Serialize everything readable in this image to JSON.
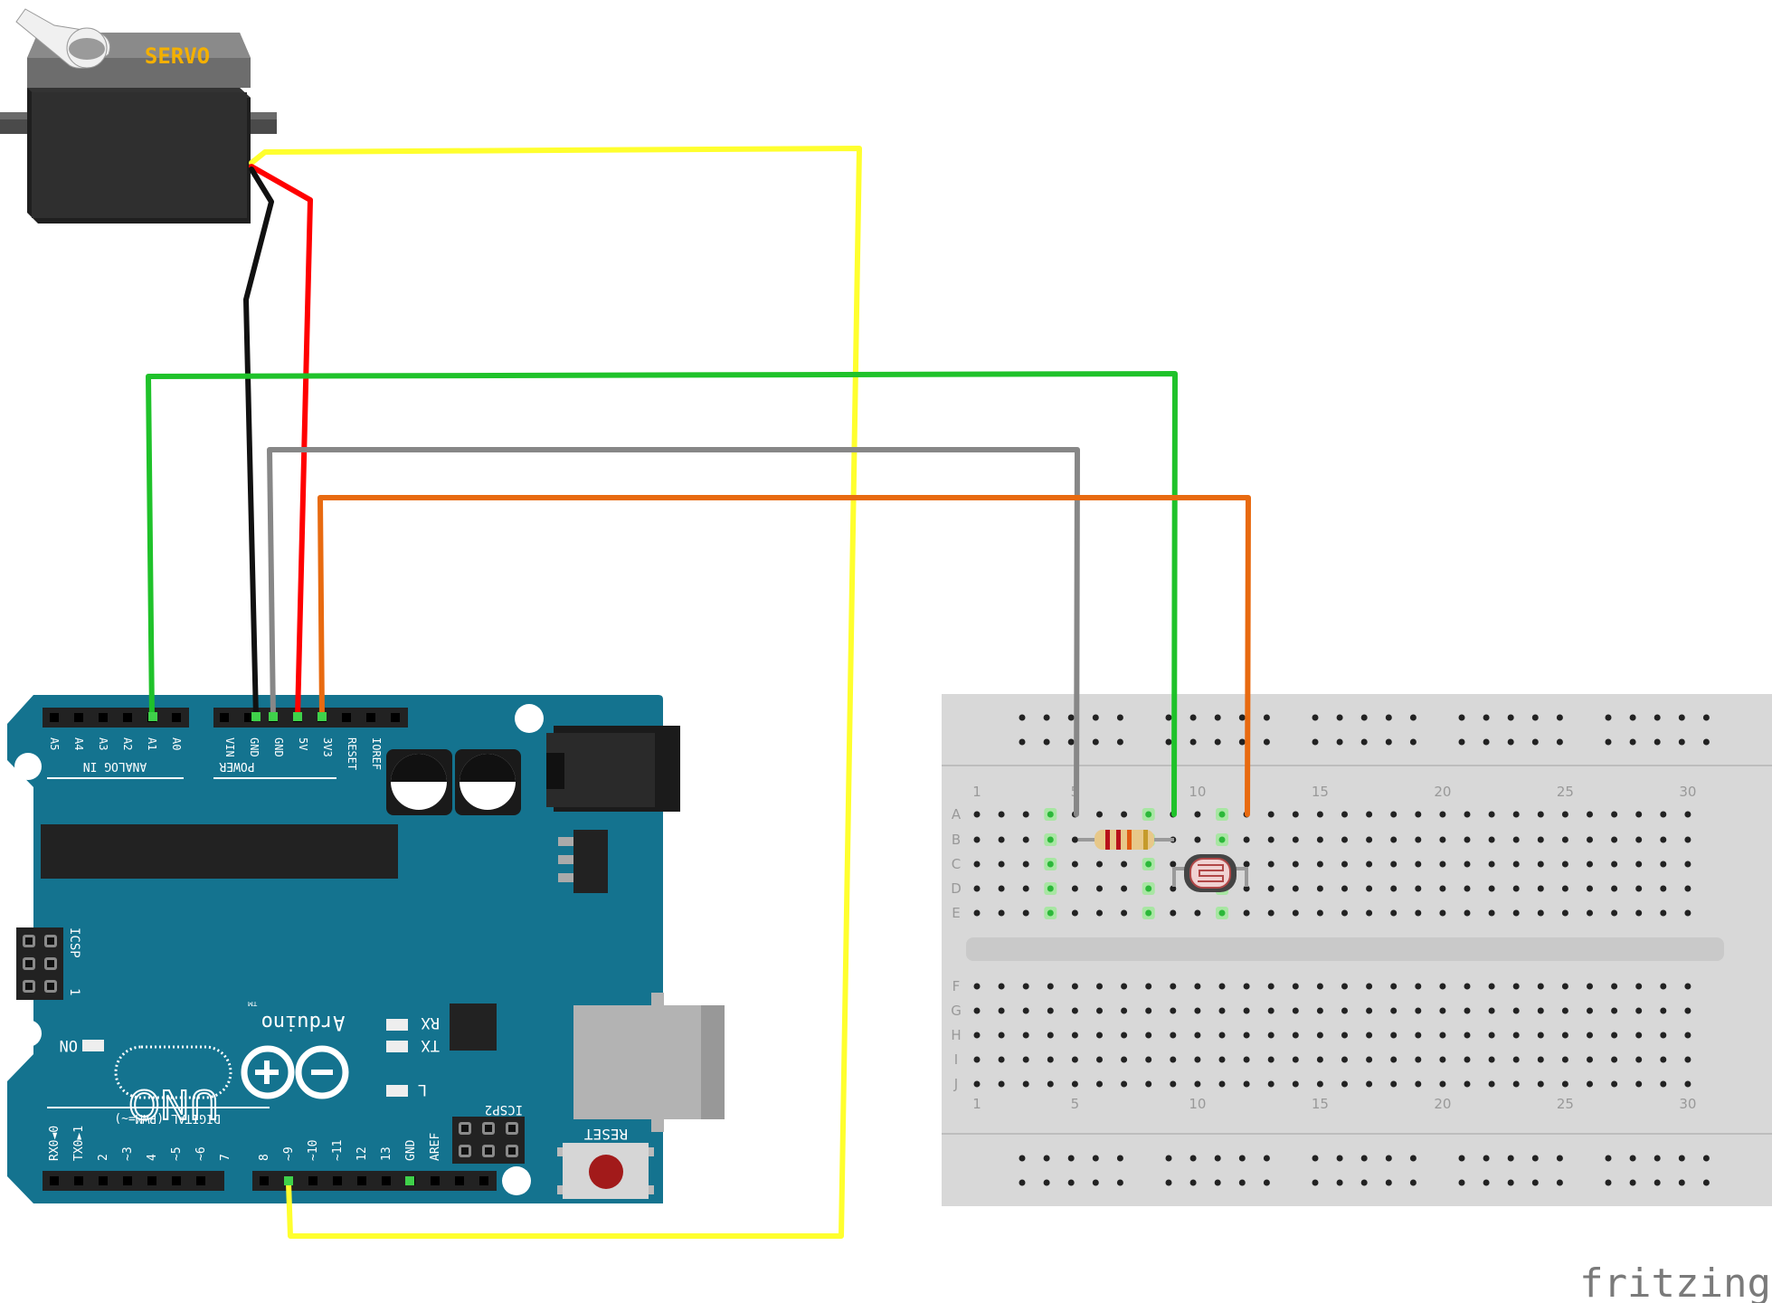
{
  "servo": {
    "label": "SERVO"
  },
  "arduino": {
    "brand": "Arduino",
    "tm": "TM",
    "model": "UNO",
    "analog_header": [
      "A5",
      "A4",
      "A3",
      "A2",
      "A1",
      "A0"
    ],
    "analog_group": "ANALOG IN",
    "power_header": [
      "VIN",
      "GND",
      "GND",
      "5V",
      "3V3",
      "RESET",
      "IOREF"
    ],
    "power_group": "POWER",
    "digital_header": [
      "RX0◄0",
      "TX0►1",
      "2",
      "~3",
      "4",
      "~5",
      "~6",
      "7",
      "8",
      "~9",
      "~10",
      "~11",
      "12",
      "13",
      "GND",
      "AREF"
    ],
    "digital_group": "DIGITAL (PWM=~)",
    "icsp": "ICSP",
    "icsp_pin": "1",
    "icsp2": "ICSP2",
    "reset": "RESET",
    "led_labels": {
      "rx": "RX",
      "tx": "TX",
      "l": "L",
      "on": "ON"
    }
  },
  "breadboard": {
    "rows_top": [
      "A",
      "B",
      "C",
      "D",
      "E"
    ],
    "rows_bottom": [
      "F",
      "G",
      "H",
      "I",
      "J"
    ],
    "column_numbers": [
      "1",
      "5",
      "10",
      "15",
      "20",
      "25",
      "30"
    ]
  },
  "watermark": "fritzing",
  "colors": {
    "board": "#14738f",
    "yellow_wire": "#ffff2e",
    "red_wire": "#ff0000",
    "black_wire": "#111111",
    "green_wire": "#1fc22a",
    "gray_wire": "#878787",
    "orange_wire": "#e86a10"
  }
}
